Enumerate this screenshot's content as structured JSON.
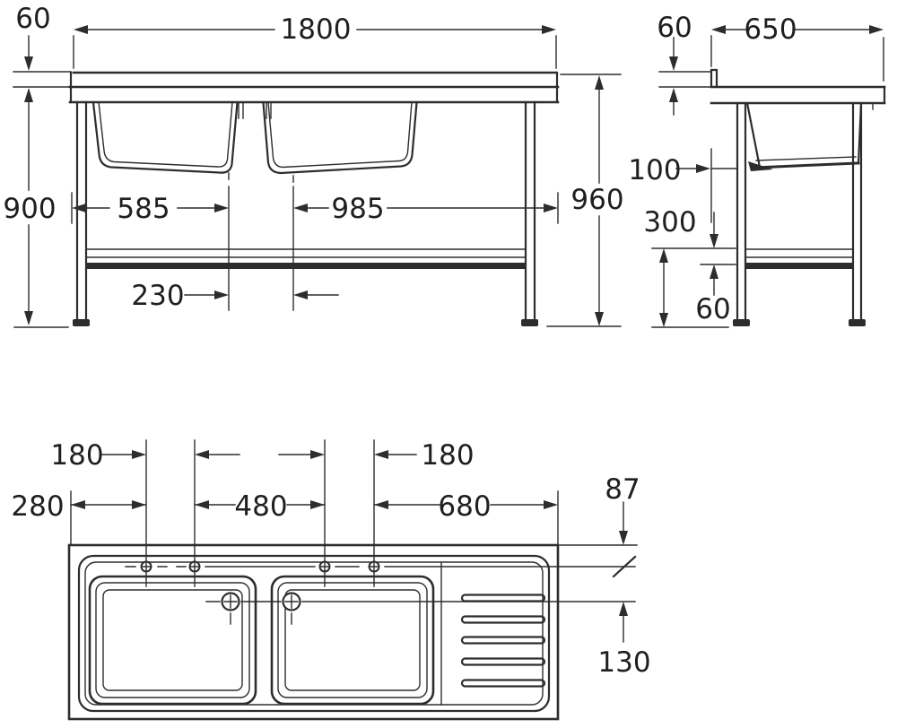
{
  "views": {
    "front": {
      "dims": {
        "upstand_height": "60",
        "overall_width": "1800",
        "worktop_height": "900",
        "edge_to_drain1": "585",
        "drain2_to_edge": "985",
        "drain_spacing": "230",
        "overall_height": "960"
      }
    },
    "side": {
      "dims": {
        "upstand_height": "60",
        "overall_depth": "650",
        "back_to_bowl": "100",
        "rail_height": "300",
        "rail_gap": "60"
      }
    },
    "plan": {
      "dims": {
        "tap_pitch_left": "180",
        "tap_pitch_right": "180",
        "edge_to_tap": "280",
        "tap_span_centre": "480",
        "tap_to_right_edge": "680",
        "edge_to_tap_line": "87",
        "tap_line_to_waste": "130"
      }
    }
  },
  "colors": {
    "line": "#2d2d2d",
    "background": "#ffffff"
  }
}
